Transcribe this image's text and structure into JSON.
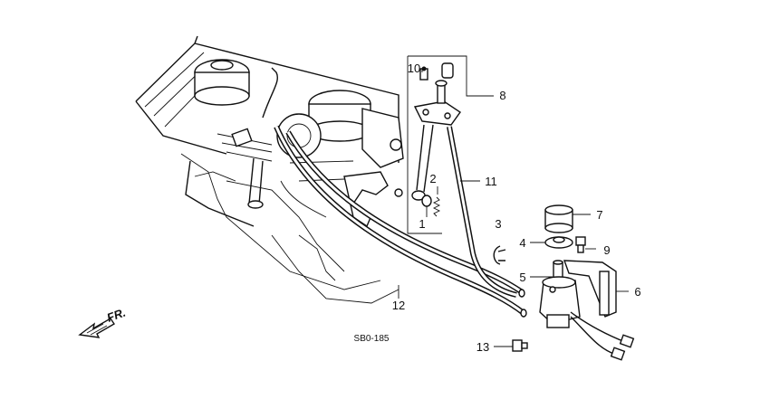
{
  "diagram": {
    "code": "SB0-185",
    "direction_label": "FR.",
    "callouts": [
      {
        "id": "c1",
        "text": "1"
      },
      {
        "id": "c2",
        "text": "2"
      },
      {
        "id": "c3",
        "text": "3"
      },
      {
        "id": "c4",
        "text": "4"
      },
      {
        "id": "c5",
        "text": "5"
      },
      {
        "id": "c6",
        "text": "6"
      },
      {
        "id": "c7",
        "text": "7"
      },
      {
        "id": "c8",
        "text": "8"
      },
      {
        "id": "c9",
        "text": "9"
      },
      {
        "id": "c10",
        "text": "10"
      },
      {
        "id": "c11",
        "text": "11"
      },
      {
        "id": "c12",
        "text": "12"
      },
      {
        "id": "c13",
        "text": "13"
      }
    ]
  }
}
